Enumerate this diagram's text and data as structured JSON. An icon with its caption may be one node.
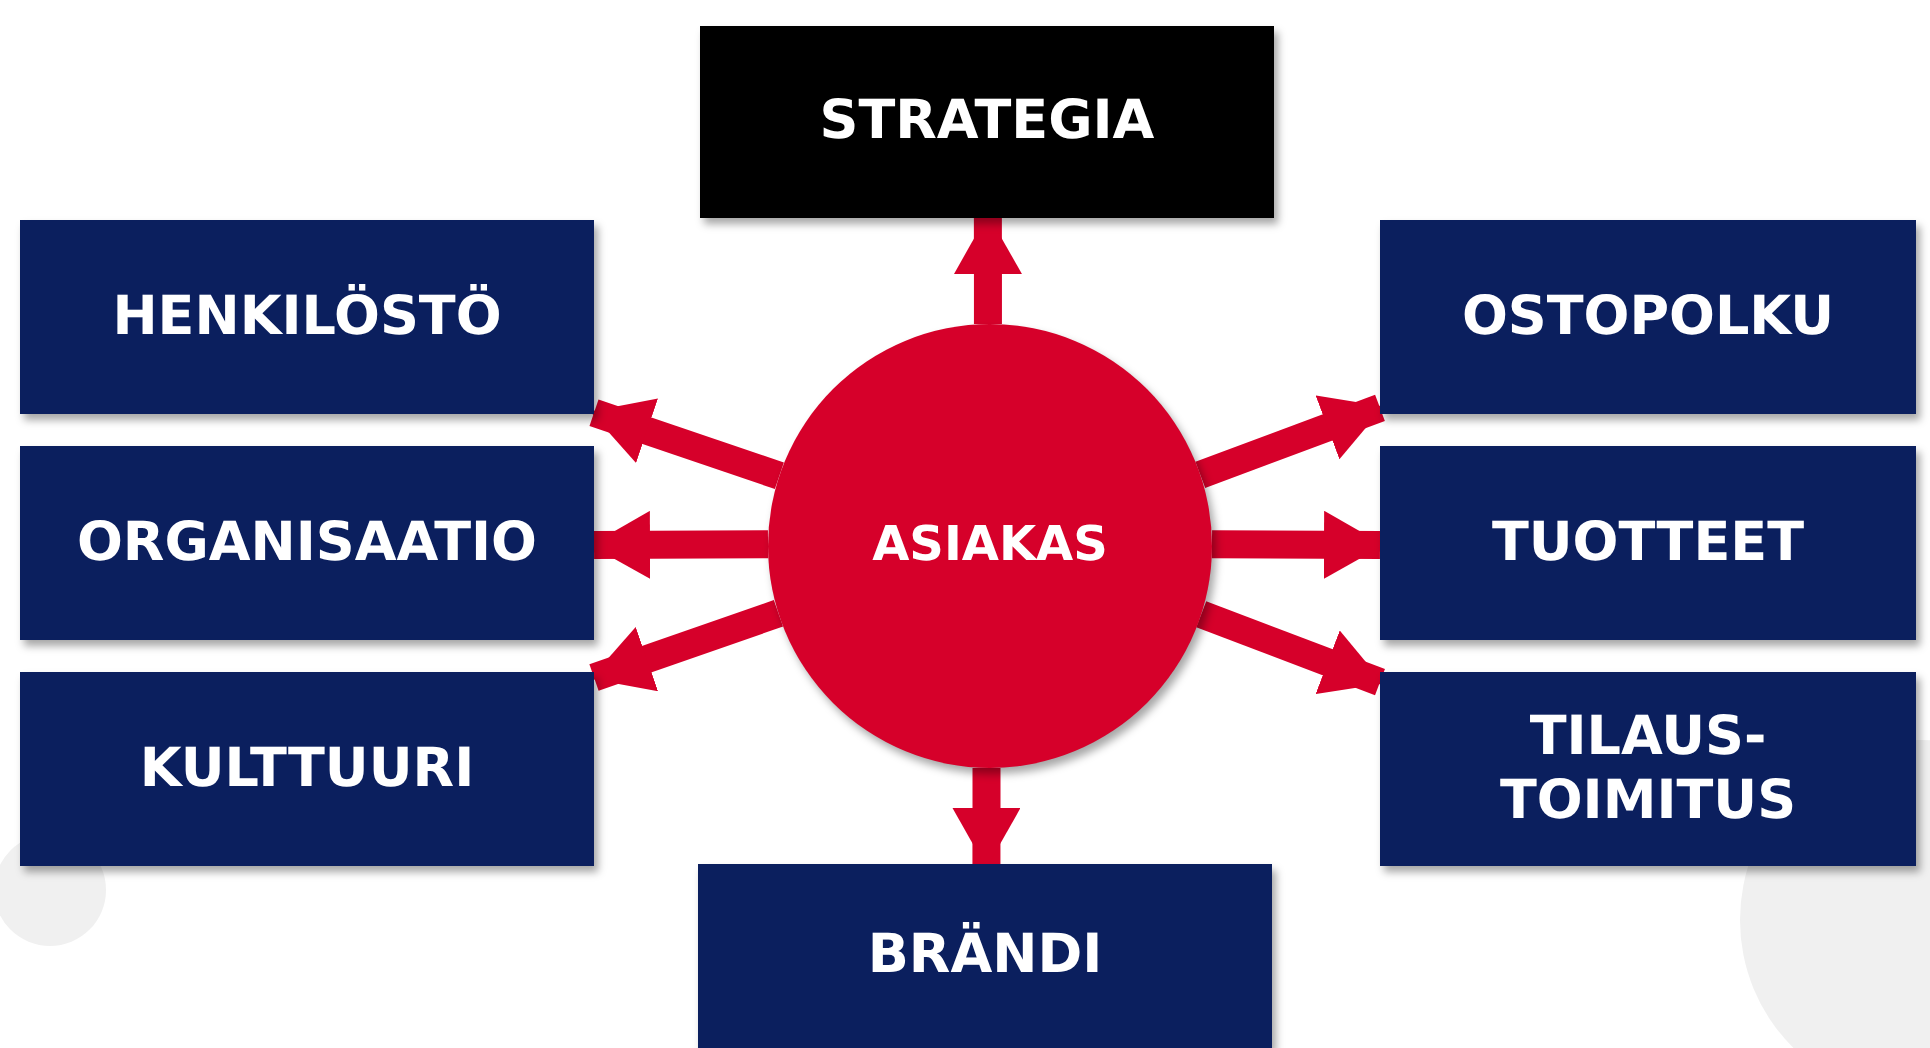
{
  "diagram": {
    "nodes": [
      {
        "text": [
          "STRATEGIA"
        ]
      },
      {
        "text": [
          "HENKILÖSTÖ"
        ]
      },
      {
        "text": [
          "OSTOPOLKU"
        ]
      },
      {
        "text": [
          "ASIAKAS"
        ]
      },
      {
        "text": [
          "ORGANISAATIO"
        ]
      },
      {
        "text": [
          "TUOTTEET"
        ]
      },
      {
        "text": [
          "KULTTUURI"
        ]
      },
      {
        "text": [
          "TILAUS-TOIMITUS"
        ]
      },
      {
        "text": [
          "BRÄNDI"
        ]
      }
    ],
    "edges": [
      {
        "from": 3,
        "to": 0,
        "arrow": "to"
      },
      {
        "from": 3,
        "to": 1,
        "arrow": "to"
      },
      {
        "from": 3,
        "to": 2,
        "arrow": "to"
      },
      {
        "from": 3,
        "to": 4,
        "arrow": "to"
      },
      {
        "from": 3,
        "to": 5,
        "arrow": "to"
      },
      {
        "from": 3,
        "to": 6,
        "arrow": "to"
      },
      {
        "from": 3,
        "to": 7,
        "arrow": "to"
      },
      {
        "from": 3,
        "to": 8,
        "arrow": "to"
      }
    ]
  }
}
